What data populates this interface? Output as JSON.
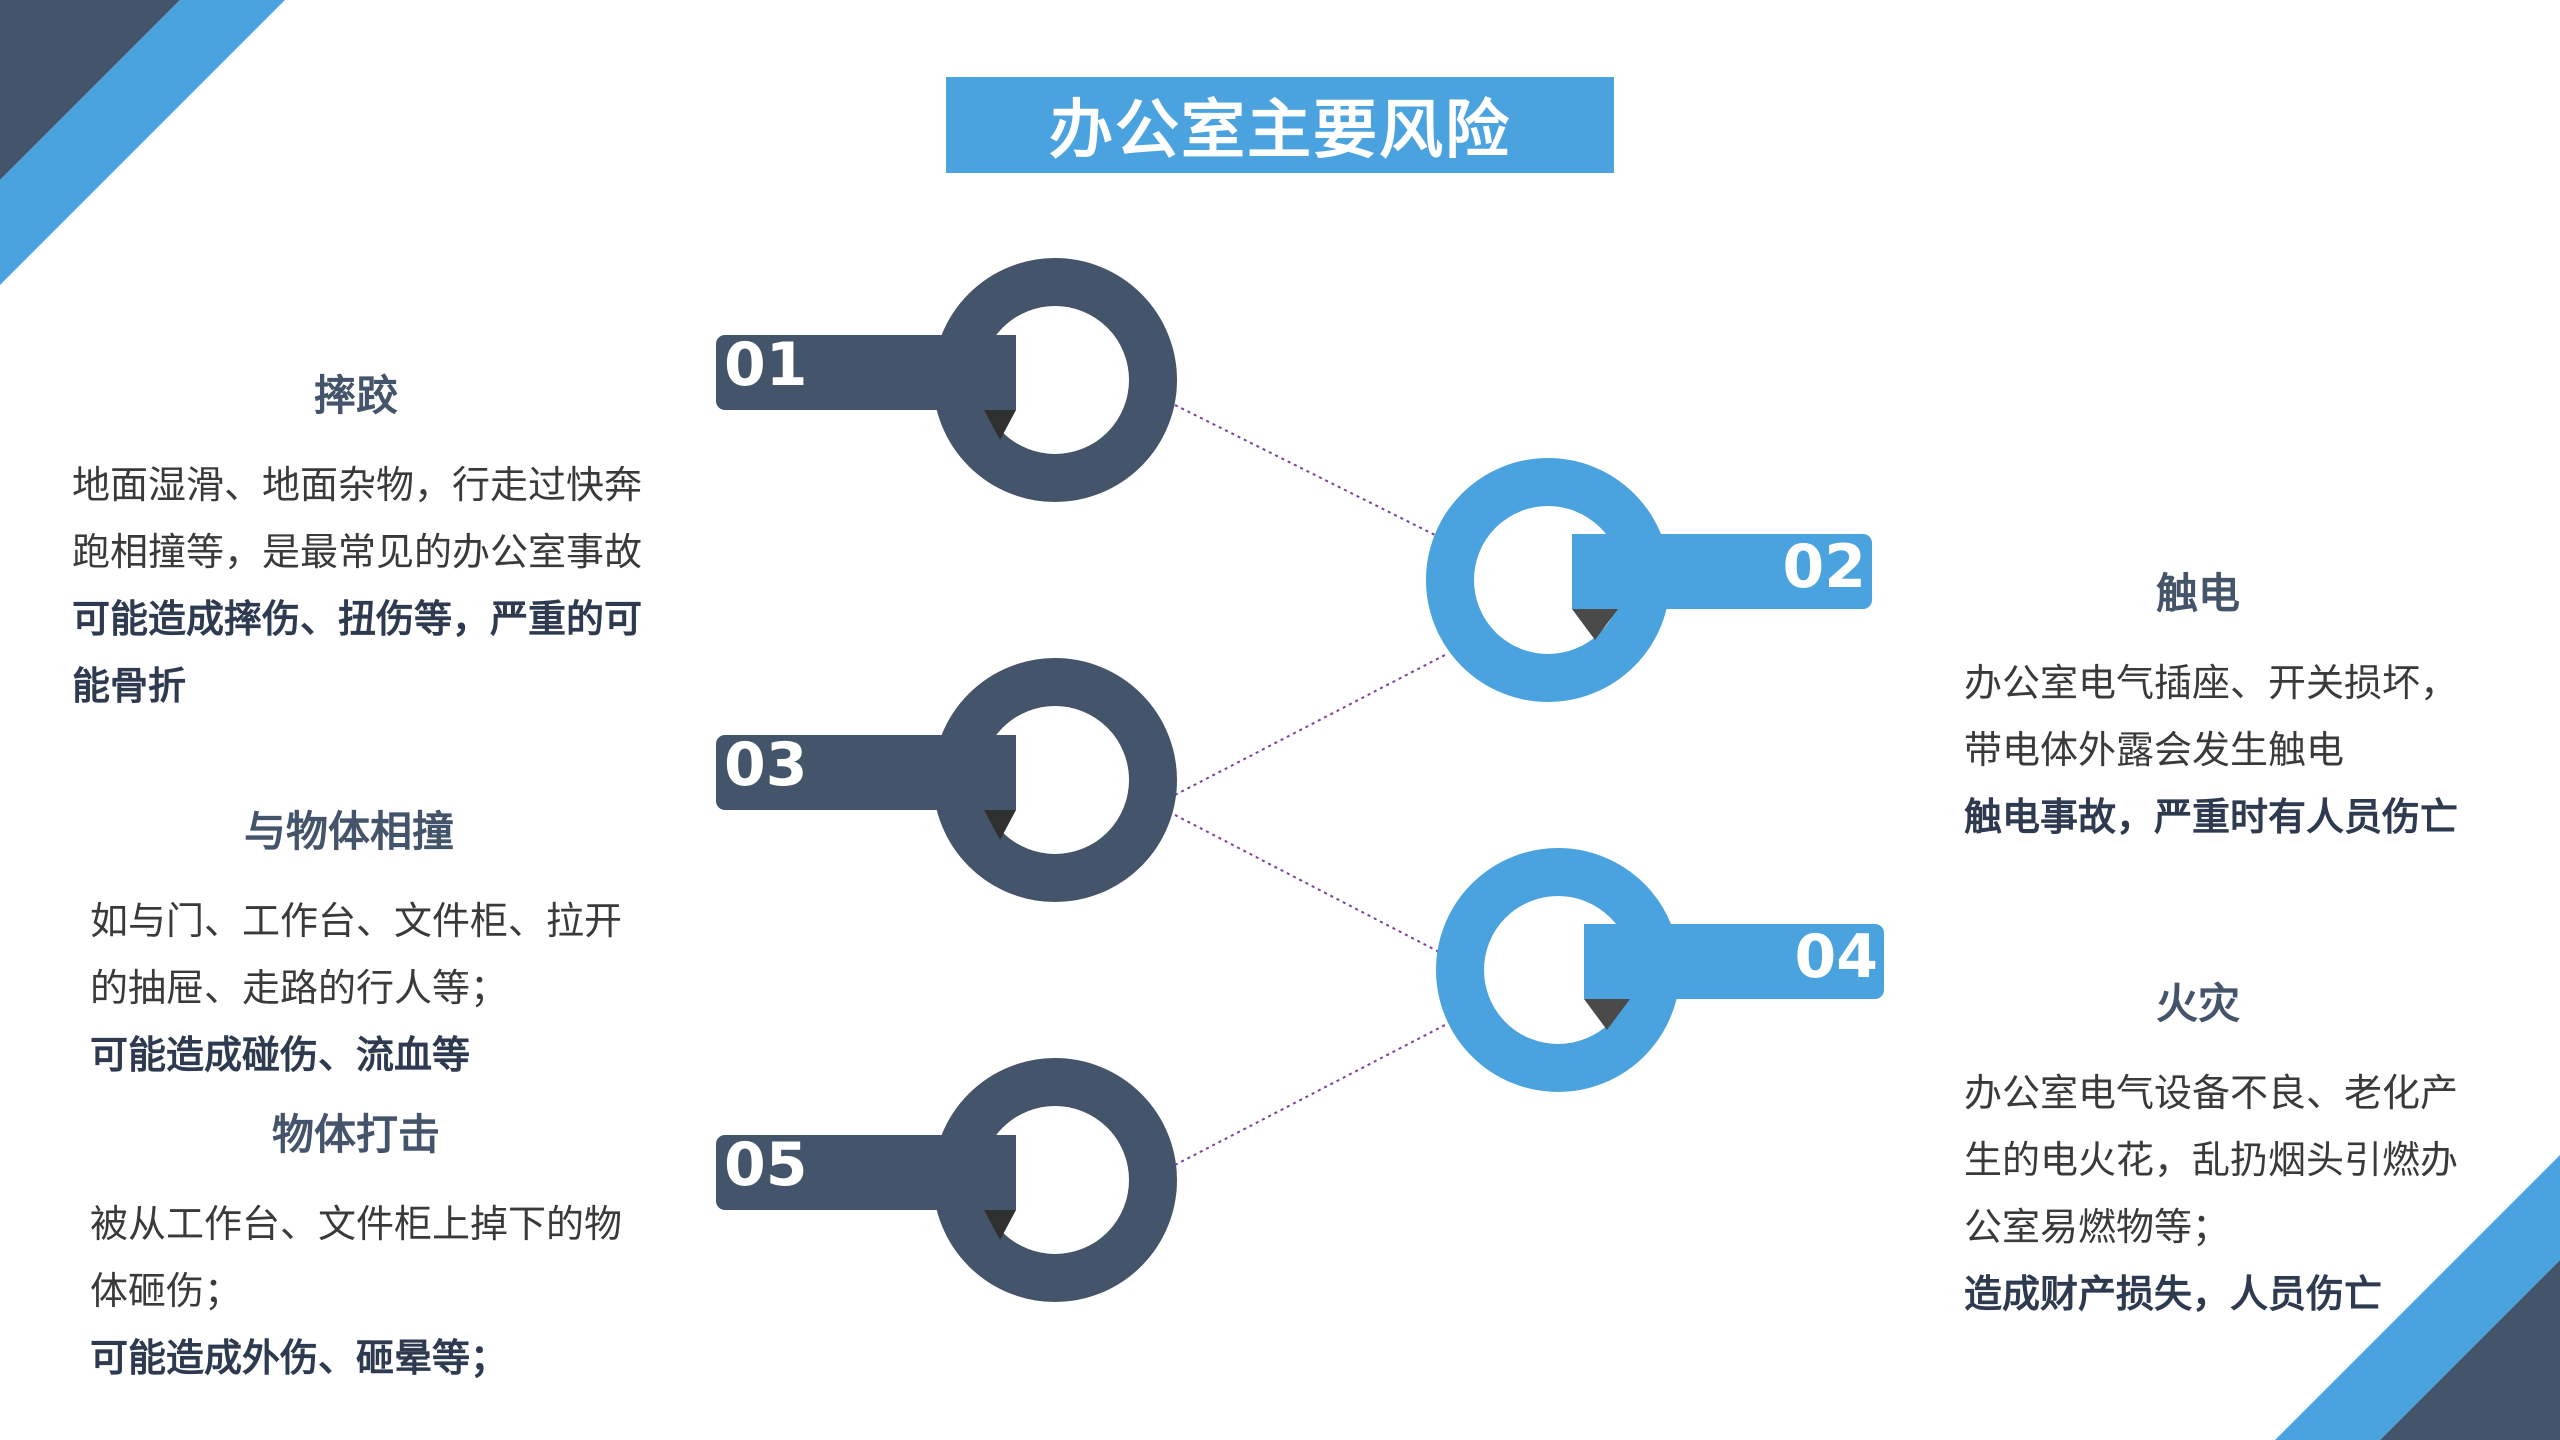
{
  "title": "办公室主要风险",
  "colors": {
    "dark": "#44546a",
    "blue": "#4aa3df",
    "connector": "#7b3fa0"
  },
  "nodes": [
    {
      "number": "01",
      "color": "dark"
    },
    {
      "number": "02",
      "color": "blue"
    },
    {
      "number": "03",
      "color": "dark"
    },
    {
      "number": "04",
      "color": "blue"
    },
    {
      "number": "05",
      "color": "dark"
    }
  ],
  "risks": {
    "fall": {
      "heading": "摔跤",
      "lines": [
        "地面湿滑、地面杂物，行走过快奔",
        "跑相撞等，是最常见的办公室事故"
      ],
      "consequence": [
        "可能造成摔伤、扭伤等，严重的可",
        "能骨折"
      ]
    },
    "collision": {
      "heading": "与物体相撞",
      "lines": [
        "如与门、工作台、文件柜、拉开",
        "的抽屉、走路的行人等；"
      ],
      "consequence": [
        "可能造成碰伤、流血等"
      ]
    },
    "strike": {
      "heading": "物体打击",
      "lines": [
        "被从工作台、文件柜上掉下的物",
        "体砸伤；"
      ],
      "consequence": [
        "可能造成外伤、砸晕等；"
      ]
    },
    "shock": {
      "heading": "触电",
      "lines": [
        "办公室电气插座、开关损坏，",
        "带电体外露会发生触电"
      ],
      "consequence": [
        "触电事故，严重时有人员伤亡"
      ]
    },
    "fire": {
      "heading": "火灾",
      "lines": [
        "办公室电气设备不良、老化产",
        "生的电火花，乱扔烟头引燃办",
        "公室易燃物等；"
      ],
      "consequence": [
        "造成财产损失，人员伤亡"
      ]
    }
  }
}
